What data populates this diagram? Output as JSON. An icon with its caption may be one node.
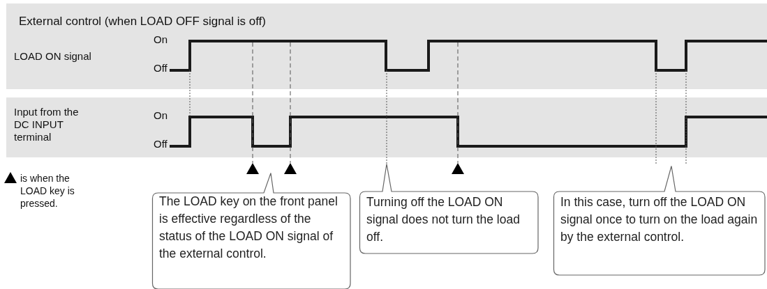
{
  "diagram": {
    "title": "External control (when LOAD OFF signal is off)",
    "nodes": [
      {
        "text": [
          "LOAD ON signal",
          "On",
          "Off"
        ]
      },
      {
        "text": [
          "Input from the DC INPUT terminal",
          "On",
          "Off"
        ]
      },
      {
        "text": [
          "The LOAD key on the front panel is effective regardless of the status of the LOAD ON signal of the external control."
        ]
      },
      {
        "text": [
          "Turning off the LOAD ON signal does not turn the load off."
        ]
      },
      {
        "text": [
          "In this case, turn off the LOAD ON signal once to turn on the load again by the external control."
        ]
      }
    ],
    "labels": [
      "is when the LOAD key is pressed."
    ]
  }
}
